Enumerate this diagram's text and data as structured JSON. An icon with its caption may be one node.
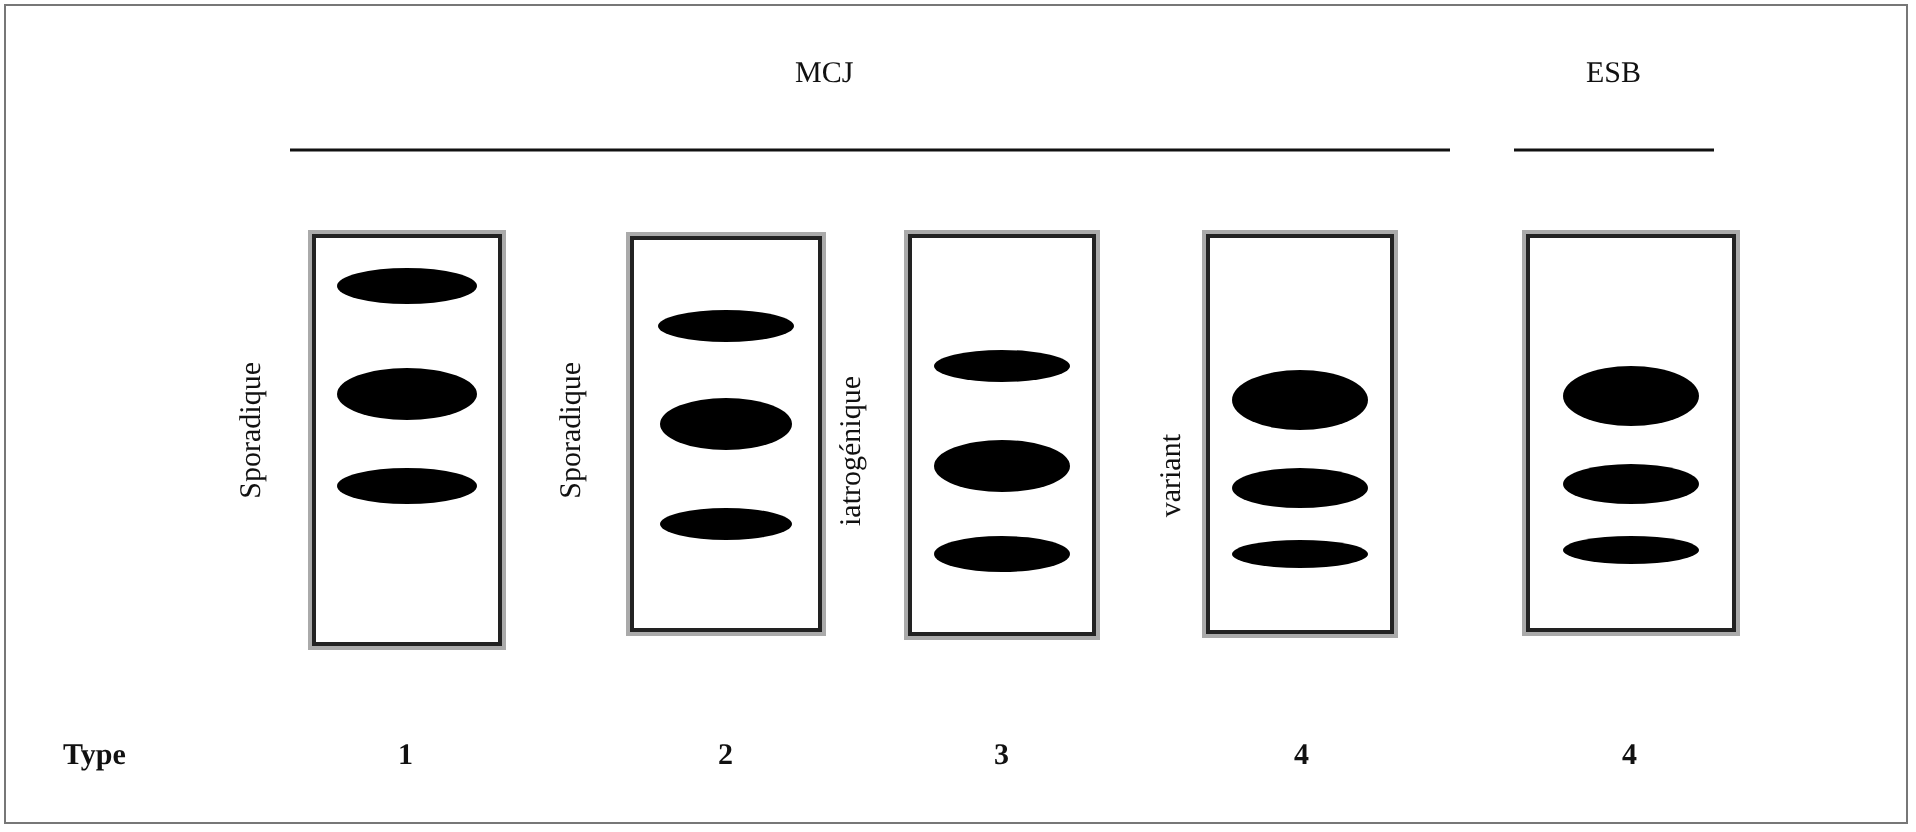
{
  "diagram": {
    "labels": [
      "MCJ",
      "ESB",
      "Sporadique",
      "Sporadique",
      "iatrogénique",
      "variant",
      "Type",
      "1",
      "2",
      "3",
      "4",
      "4"
    ]
  }
}
